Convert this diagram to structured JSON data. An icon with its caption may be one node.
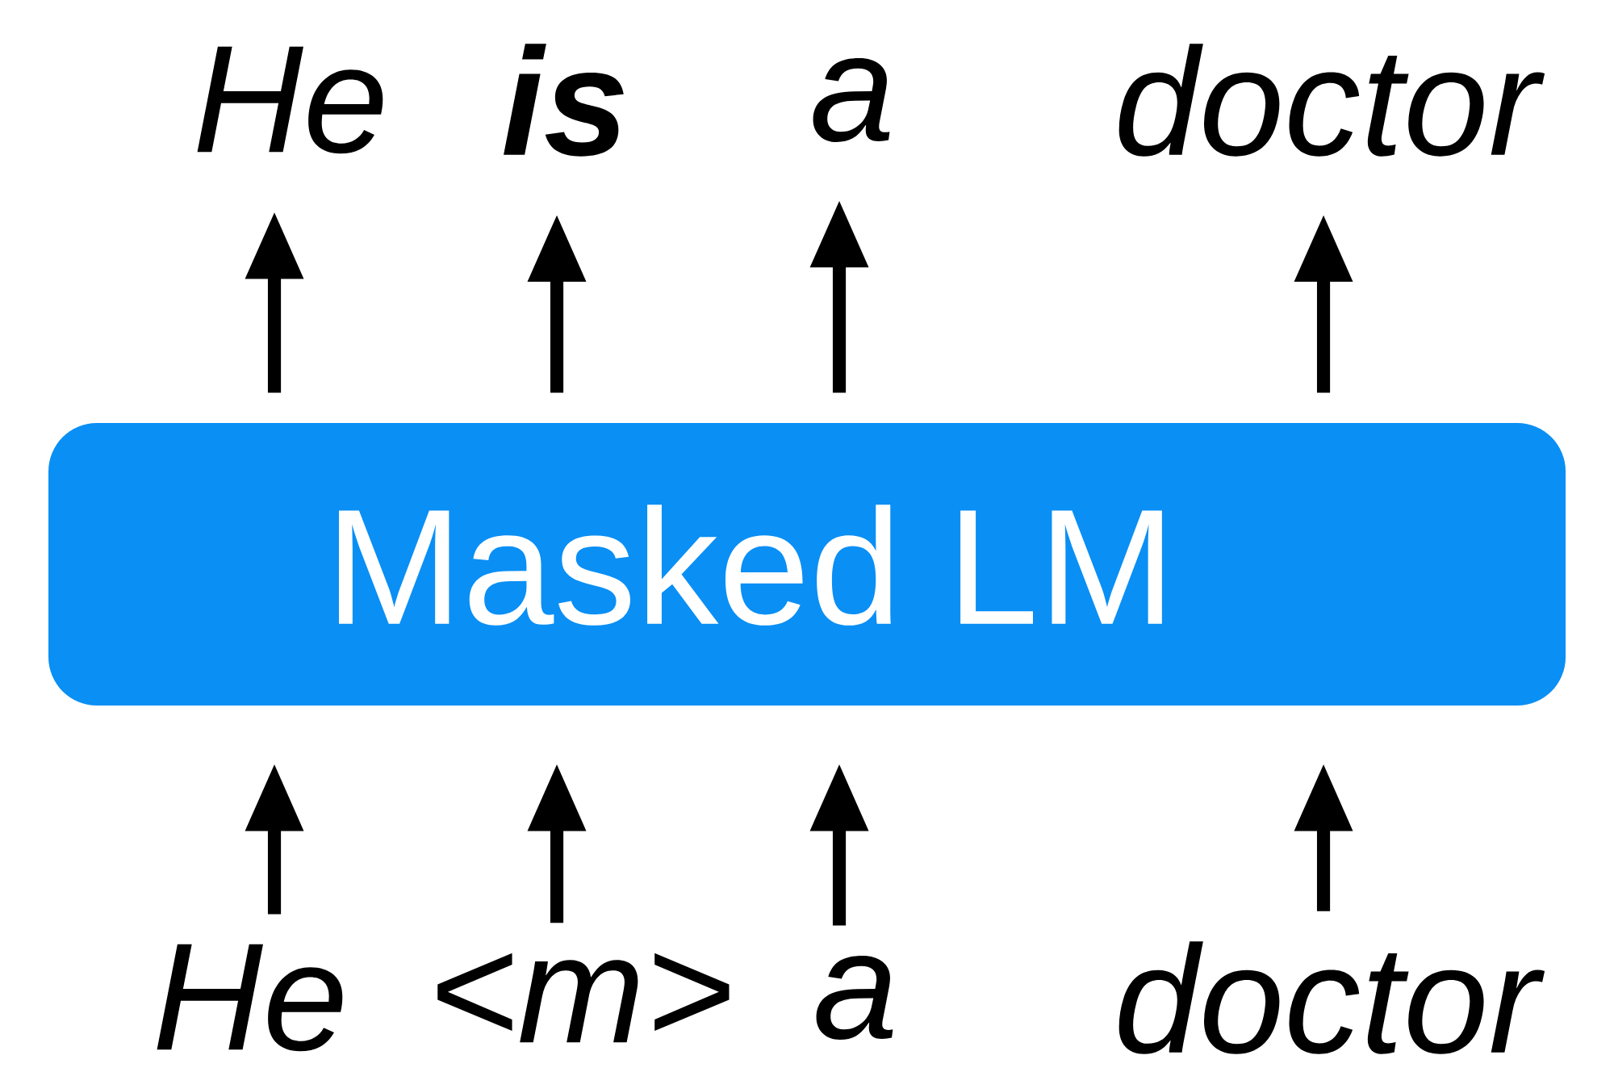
{
  "diagram": {
    "nodes": [
      {
        "text": [
          "Masked LM"
        ]
      },
      {
        "text": [
          "He"
        ]
      },
      {
        "text": [
          "is"
        ]
      },
      {
        "text": [
          "a"
        ]
      },
      {
        "text": [
          "doctor"
        ]
      },
      {
        "text": [
          "He"
        ]
      },
      {
        "text": [
          "<m>"
        ]
      },
      {
        "text": [
          "a"
        ]
      },
      {
        "text": [
          "doctor"
        ]
      }
    ],
    "edges": [
      {
        "from": 0,
        "to": 1,
        "arrow": "to"
      },
      {
        "from": 0,
        "to": 2,
        "arrow": "to"
      },
      {
        "from": 0,
        "to": 3,
        "arrow": "to"
      },
      {
        "from": 0,
        "to": 4,
        "arrow": "to"
      },
      {
        "from": 5,
        "to": 0,
        "arrow": "to"
      },
      {
        "from": 6,
        "to": 0,
        "arrow": "to"
      },
      {
        "from": 7,
        "to": 0,
        "arrow": "to"
      },
      {
        "from": 8,
        "to": 0,
        "arrow": "to"
      }
    ]
  }
}
